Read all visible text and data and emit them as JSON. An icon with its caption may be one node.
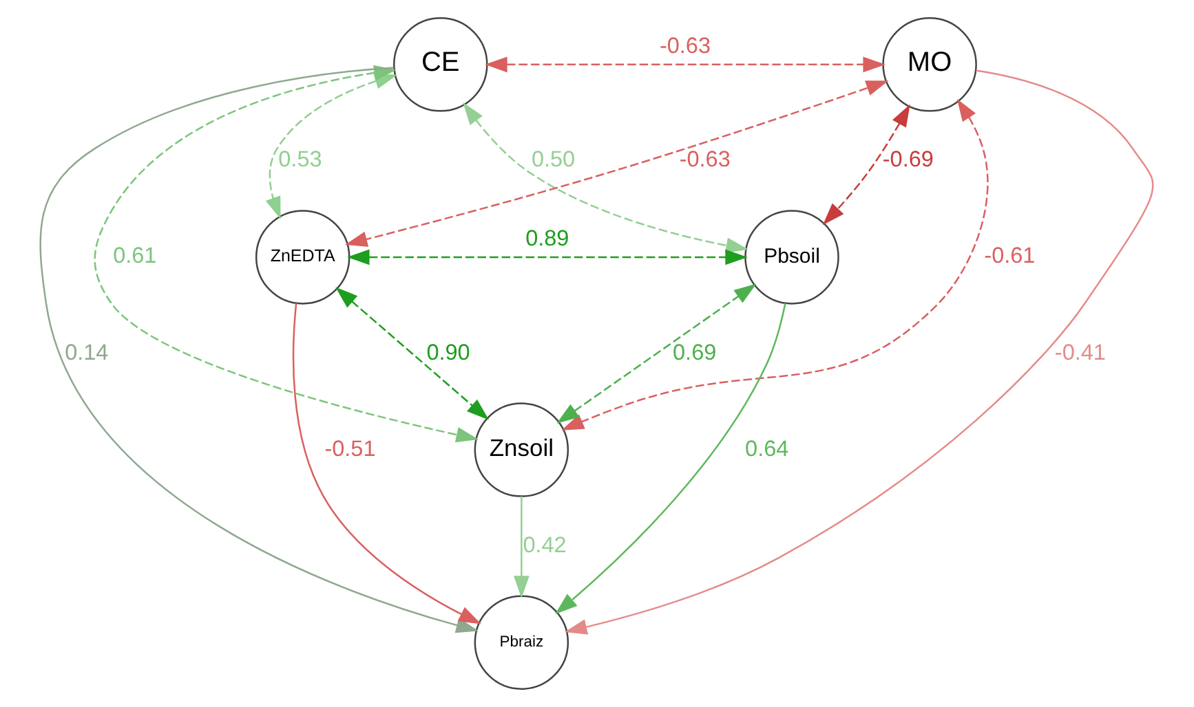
{
  "diagram": {
    "nodes": [
      {
        "text": [
          "CE"
        ]
      },
      {
        "text": [
          "MO"
        ]
      },
      {
        "text": [
          "ZnEDTA"
        ]
      },
      {
        "text": [
          "Pbsoil"
        ]
      },
      {
        "text": [
          "Znsoil"
        ]
      },
      {
        "text": [
          "Pbraiz"
        ]
      }
    ],
    "edges": [
      {
        "from": 0,
        "to": 1,
        "arrow": "both",
        "label": "-0.63",
        "style": "dashed",
        "color": "#d9605f"
      },
      {
        "from": 0,
        "to": 2,
        "arrow": "both",
        "label": "0.53",
        "style": "dashed",
        "color": "#8fcf8f"
      },
      {
        "from": 1,
        "to": 2,
        "arrow": "both",
        "label": "-0.63",
        "style": "dashed",
        "color": "#d9605f"
      },
      {
        "from": 0,
        "to": 3,
        "arrow": "both",
        "label": "0.50",
        "style": "dashed",
        "color": "#94cf94"
      },
      {
        "from": 0,
        "to": 4,
        "arrow": "both",
        "label": "0.61",
        "style": "dashed",
        "color": "#7cc47c"
      },
      {
        "from": 1,
        "to": 4,
        "arrow": "both",
        "label": "-0.61",
        "style": "dashed",
        "color": "#d9605f"
      },
      {
        "from": 1,
        "to": 3,
        "arrow": "both",
        "label": "-0.69",
        "style": "dashed",
        "color": "#c83c3c"
      },
      {
        "from": 2,
        "to": 3,
        "arrow": "both",
        "label": "0.89",
        "style": "dashed",
        "color": "#1e9e1e"
      },
      {
        "from": 2,
        "to": 4,
        "arrow": "both",
        "label": "0.90",
        "style": "dashed",
        "color": "#1e9e1e"
      },
      {
        "from": 4,
        "to": 3,
        "arrow": "both",
        "label": "0.69",
        "style": "dashed",
        "color": "#4cb04c"
      },
      {
        "from": 2,
        "to": 5,
        "arrow": "to",
        "label": "-0.51",
        "color": "#d9605f"
      },
      {
        "from": 0,
        "to": 5,
        "arrow": "to",
        "label": "0.14",
        "color": "#8fa88f"
      },
      {
        "from": 4,
        "to": 5,
        "arrow": "to",
        "label": "0.42",
        "color": "#94cf94"
      },
      {
        "from": 1,
        "to": 5,
        "arrow": "to",
        "label": "-0.41",
        "color": "#e58a8a"
      },
      {
        "from": 3,
        "to": 5,
        "arrow": "to",
        "label": "0.64",
        "color": "#5cb85c"
      }
    ]
  }
}
